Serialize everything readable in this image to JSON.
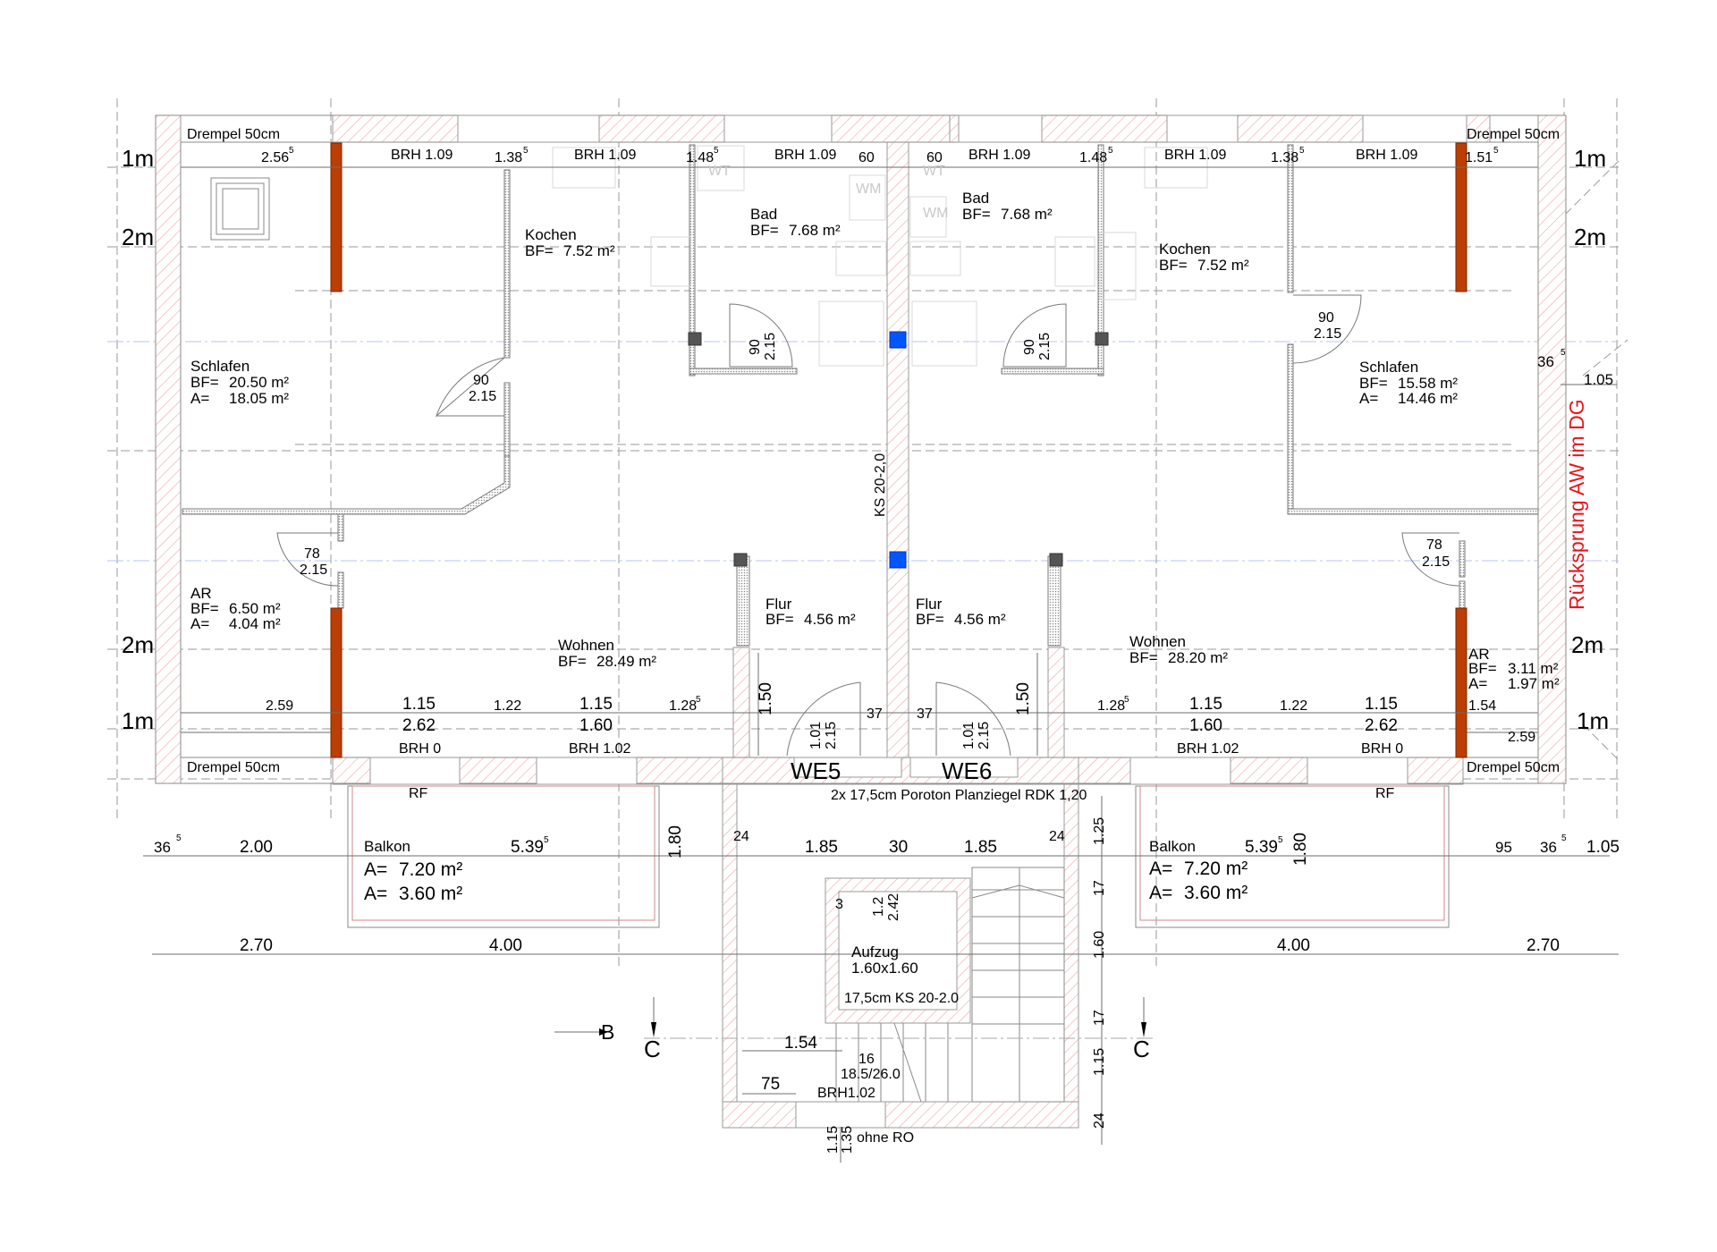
{
  "plan": {
    "units": [
      "WE5",
      "WE6"
    ],
    "wall_note": "2x 17,5cm Poroton Planziegel RDK 1,20",
    "center_wall_note": "KS 20-2,0",
    "side_note": "Rücksprung AW im DG",
    "drempel": "Drempel 50cm",
    "height_marks": {
      "m1": "1m",
      "m2": "2m"
    },
    "colors": {
      "wall_hatch": "#f4a5a5",
      "chimney": "#bb3e04",
      "column": "#0055ff",
      "note_red": "#e8141b"
    }
  },
  "rooms": {
    "left": {
      "schlafen": {
        "name": "Schlafen",
        "bf_label": "BF=",
        "bf": "20.50 m²",
        "a_label": "A=",
        "a": "18.05 m²"
      },
      "kochen": {
        "name": "Kochen",
        "bf_label": "BF=",
        "bf": "7.52 m²"
      },
      "bad": {
        "name": "Bad",
        "bf_label": "BF=",
        "bf": "7.68 m²"
      },
      "ar": {
        "name": "AR",
        "bf_label": "BF=",
        "bf": "6.50 m²",
        "a_label": "A=",
        "a": "4.04 m²"
      },
      "wohnen": {
        "name": "Wohnen",
        "bf_label": "BF=",
        "bf": "28.49 m²"
      },
      "flur": {
        "name": "Flur",
        "bf_label": "BF=",
        "bf": "4.56 m²"
      },
      "balkon": {
        "name": "Balkon",
        "a1_label": "A=",
        "a1": "7.20 m²",
        "a2_label": "A=",
        "a2": "3.60 m²",
        "dim": "5.39",
        "dim_sup": "5"
      }
    },
    "right": {
      "schlafen": {
        "name": "Schlafen",
        "bf_label": "BF=",
        "bf": "15.58 m²",
        "a_label": "A=",
        "a": "14.46 m²"
      },
      "kochen": {
        "name": "Kochen",
        "bf_label": "BF=",
        "bf": "7.52 m²"
      },
      "bad": {
        "name": "Bad",
        "bf_label": "BF=",
        "bf": "7.68 m²"
      },
      "ar": {
        "name": "AR",
        "bf_label": "BF=",
        "bf": "3.11 m²",
        "a_label": "A=",
        "a": "1.97 m²"
      },
      "wohnen": {
        "name": "Wohnen",
        "bf_label": "BF=",
        "bf": "28.20 m²"
      },
      "flur": {
        "name": "Flur",
        "bf_label": "BF=",
        "bf": "4.56 m²"
      },
      "balkon": {
        "name": "Balkon",
        "a1_label": "A=",
        "a1": "7.20 m²",
        "a2_label": "A=",
        "a2": "3.60 m²",
        "dim": "5.39",
        "dim_sup": "5"
      }
    },
    "stair": {
      "aufzug": "Aufzug",
      "aufzug_size": "1.60x1.60",
      "aufzug_wall": "17,5cm KS 20-2.0",
      "steps": "16",
      "step_ratio": "18.5/26.0",
      "brh": "BRH1.02",
      "ohne_ro": "ohne RO"
    }
  },
  "fixtures": {
    "wm": "WM",
    "wt": "WT"
  },
  "dims": {
    "top_left": [
      "2.56",
      "BRH 1.09",
      "1.38",
      "BRH 1.09",
      "1.48",
      "BRH 1.09",
      "60"
    ],
    "top_right": [
      "60",
      "BRH 1.09",
      "1.48",
      "BRH 1.09",
      "1.38",
      "BRH 1.09",
      "1.51"
    ],
    "sup5": "5",
    "door_90": "90",
    "door_215": "2.15",
    "door_78": "78",
    "door_101": "1.01",
    "flur_150": "1.50",
    "d37": "37",
    "bottom_left": {
      "a": "2.59",
      "b1": "1.15",
      "b2": "2.62",
      "brh0": "BRH 0",
      "c": "1.22",
      "d1": "1.15",
      "d2": "1.60",
      "brh102": "BRH 1.02",
      "e": "1.28"
    },
    "bottom_right": {
      "e": "1.28",
      "d1": "1.15",
      "d2": "1.60",
      "brh102": "BRH 1.02",
      "c": "1.22",
      "b1": "1.15",
      "b2": "2.62",
      "brh0": "BRH 0",
      "x": "1.54",
      "a": "2.59"
    },
    "rf": "RF",
    "right_side": {
      "d36": "36",
      "d105": "1.05"
    },
    "row1_left": [
      "36",
      "2.00"
    ],
    "row1_center": [
      "24",
      "1.85",
      "30",
      "1.85",
      "24"
    ],
    "row1_right": [
      "95",
      "36",
      "1.05"
    ],
    "balkon_180": "1.80",
    "row2_left": [
      "2.70",
      "4.00"
    ],
    "row2_right": [
      "4.00",
      "2.70"
    ],
    "stair_vert": [
      "1.25",
      "17",
      "1.60",
      "17",
      "1.15",
      "24"
    ],
    "aufzug_dims": [
      "3",
      "1.2",
      "2.42"
    ],
    "stair_154": "1.54",
    "stair_75": "75",
    "stair_bottom": [
      "1.15",
      "1.35"
    ]
  },
  "sections": {
    "b": "B",
    "c": "C"
  }
}
